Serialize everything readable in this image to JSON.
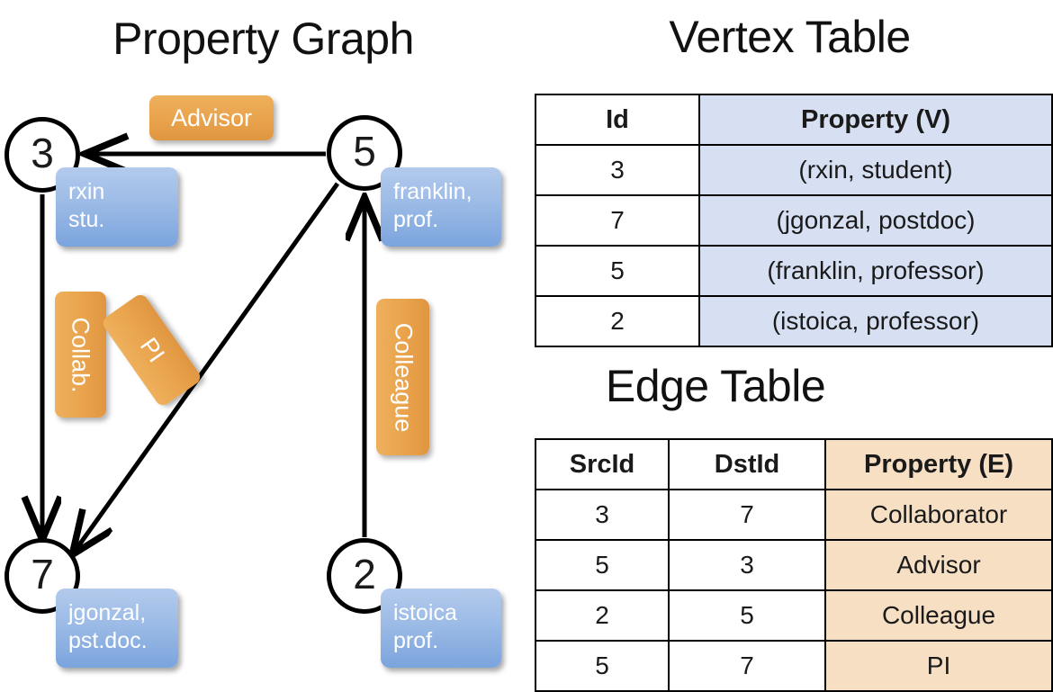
{
  "titles": {
    "property_graph": "Property Graph",
    "vertex_table": "Vertex Table",
    "edge_table": "Edge Table"
  },
  "colors": {
    "vertex_property_fill": "#d6e0f2",
    "edge_property_fill": "#f7dfc4",
    "vertex_box_blue": "#9cbbe6",
    "edge_label_orange": "#e9a34c",
    "stroke": "#000000",
    "background": "#ffffff"
  },
  "graph": {
    "vertices": [
      {
        "id": "3",
        "property": "rxin\nstu.",
        "property_line1": "rxin",
        "property_line2": "stu."
      },
      {
        "id": "5",
        "property": "franklin,\nprof.",
        "property_line1": "franklin,",
        "property_line2": "prof."
      },
      {
        "id": "7",
        "property": "jgonzal,\npst.doc.",
        "property_line1": "jgonzal,",
        "property_line2": "pst.doc."
      },
      {
        "id": "2",
        "property": "istoica\nprof.",
        "property_line1": "istoica",
        "property_line2": "prof."
      }
    ],
    "edge_labels": [
      {
        "name": "advisor",
        "text": "Advisor",
        "orientation": "horizontal",
        "from": "5",
        "to": "3"
      },
      {
        "name": "collab",
        "text": "Collab.",
        "orientation": "vertical",
        "from": "3",
        "to": "7"
      },
      {
        "name": "pi",
        "text": "PI",
        "orientation": "diagonal",
        "from": "5",
        "to": "7"
      },
      {
        "name": "colleague",
        "text": "Colleague",
        "orientation": "vertical",
        "from": "2",
        "to": "5"
      }
    ]
  },
  "vertex_table": {
    "headers": [
      "Id",
      "Property (V)"
    ],
    "rows": [
      {
        "id": "3",
        "property": "(rxin, student)"
      },
      {
        "id": "7",
        "property": "(jgonzal, postdoc)"
      },
      {
        "id": "5",
        "property": "(franklin, professor)"
      },
      {
        "id": "2",
        "property": "(istoica, professor)"
      }
    ]
  },
  "edge_table": {
    "headers": [
      "SrcId",
      "DstId",
      "Property (E)"
    ],
    "rows": [
      {
        "src": "3",
        "dst": "7",
        "property": "Collaborator"
      },
      {
        "src": "5",
        "dst": "3",
        "property": "Advisor"
      },
      {
        "src": "2",
        "dst": "5",
        "property": "Colleague"
      },
      {
        "src": "5",
        "dst": "7",
        "property": "PI"
      }
    ]
  }
}
